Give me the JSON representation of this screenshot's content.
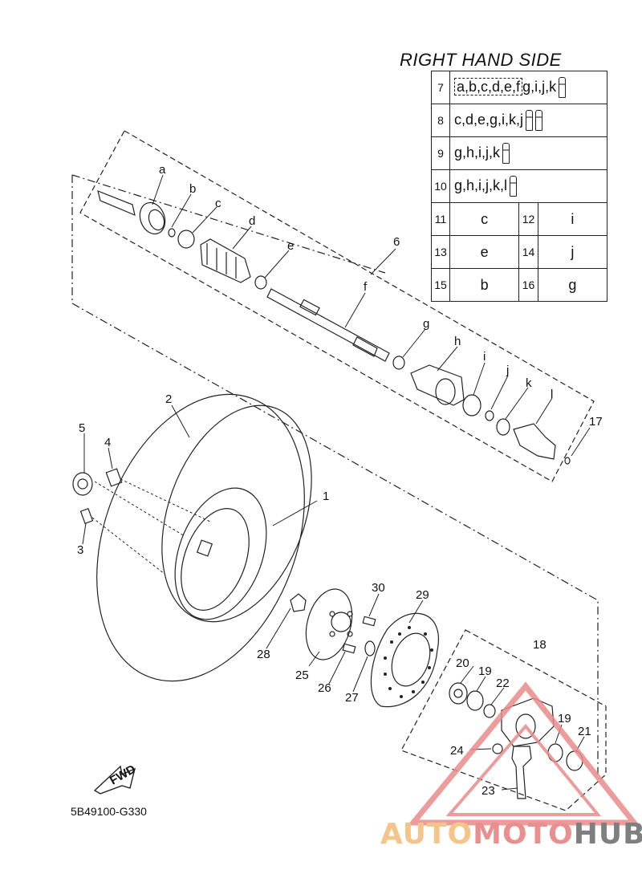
{
  "table": {
    "title": "RIGHT HAND SIDE",
    "rows": [
      {
        "num": "7",
        "text_boxed": "a,b,c,d,e,f",
        "text": "g,i,j,k",
        "tubes": 1
      },
      {
        "num": "8",
        "text": "c,d,e,g,i,k,j",
        "tubes": 2
      },
      {
        "num": "9",
        "text": "g,h,i,j,k",
        "tubes": 1
      },
      {
        "num": "10",
        "text": "g,h,i,j,k,l",
        "tubes": 1
      }
    ],
    "pairs": [
      {
        "n1": "11",
        "v1": "c",
        "n2": "12",
        "v2": "i"
      },
      {
        "n1": "13",
        "v1": "e",
        "n2": "14",
        "v2": "j"
      },
      {
        "n1": "15",
        "v1": "b",
        "n2": "16",
        "v2": "g"
      }
    ]
  },
  "labels": {
    "a": "a",
    "b": "b",
    "c": "c",
    "d": "d",
    "e": "e",
    "f": "f",
    "g": "g",
    "h": "h",
    "i": "i",
    "j": "j",
    "k": "k",
    "l": "l",
    "n1": "1",
    "n2": "2",
    "n3": "3",
    "n4": "4",
    "n5": "5",
    "n6": "6",
    "n17": "17",
    "n18": "18",
    "n19a": "19",
    "n19b": "19",
    "n20": "20",
    "n21": "21",
    "n22": "22",
    "n23": "23",
    "n24": "24",
    "n25": "25",
    "n26": "26",
    "n27": "27",
    "n28": "28",
    "n29": "29",
    "n30": "30"
  },
  "fwd_label": "FWD",
  "drawing_code": "5B49100-G330",
  "watermark": {
    "part1": "AUTO",
    "part2": "MOTO",
    "part3": "HUB"
  },
  "colors": {
    "watermark_yellow": "#f5c48a",
    "watermark_red": "#e98f8f",
    "watermark_gray": "#7f7f7f"
  }
}
